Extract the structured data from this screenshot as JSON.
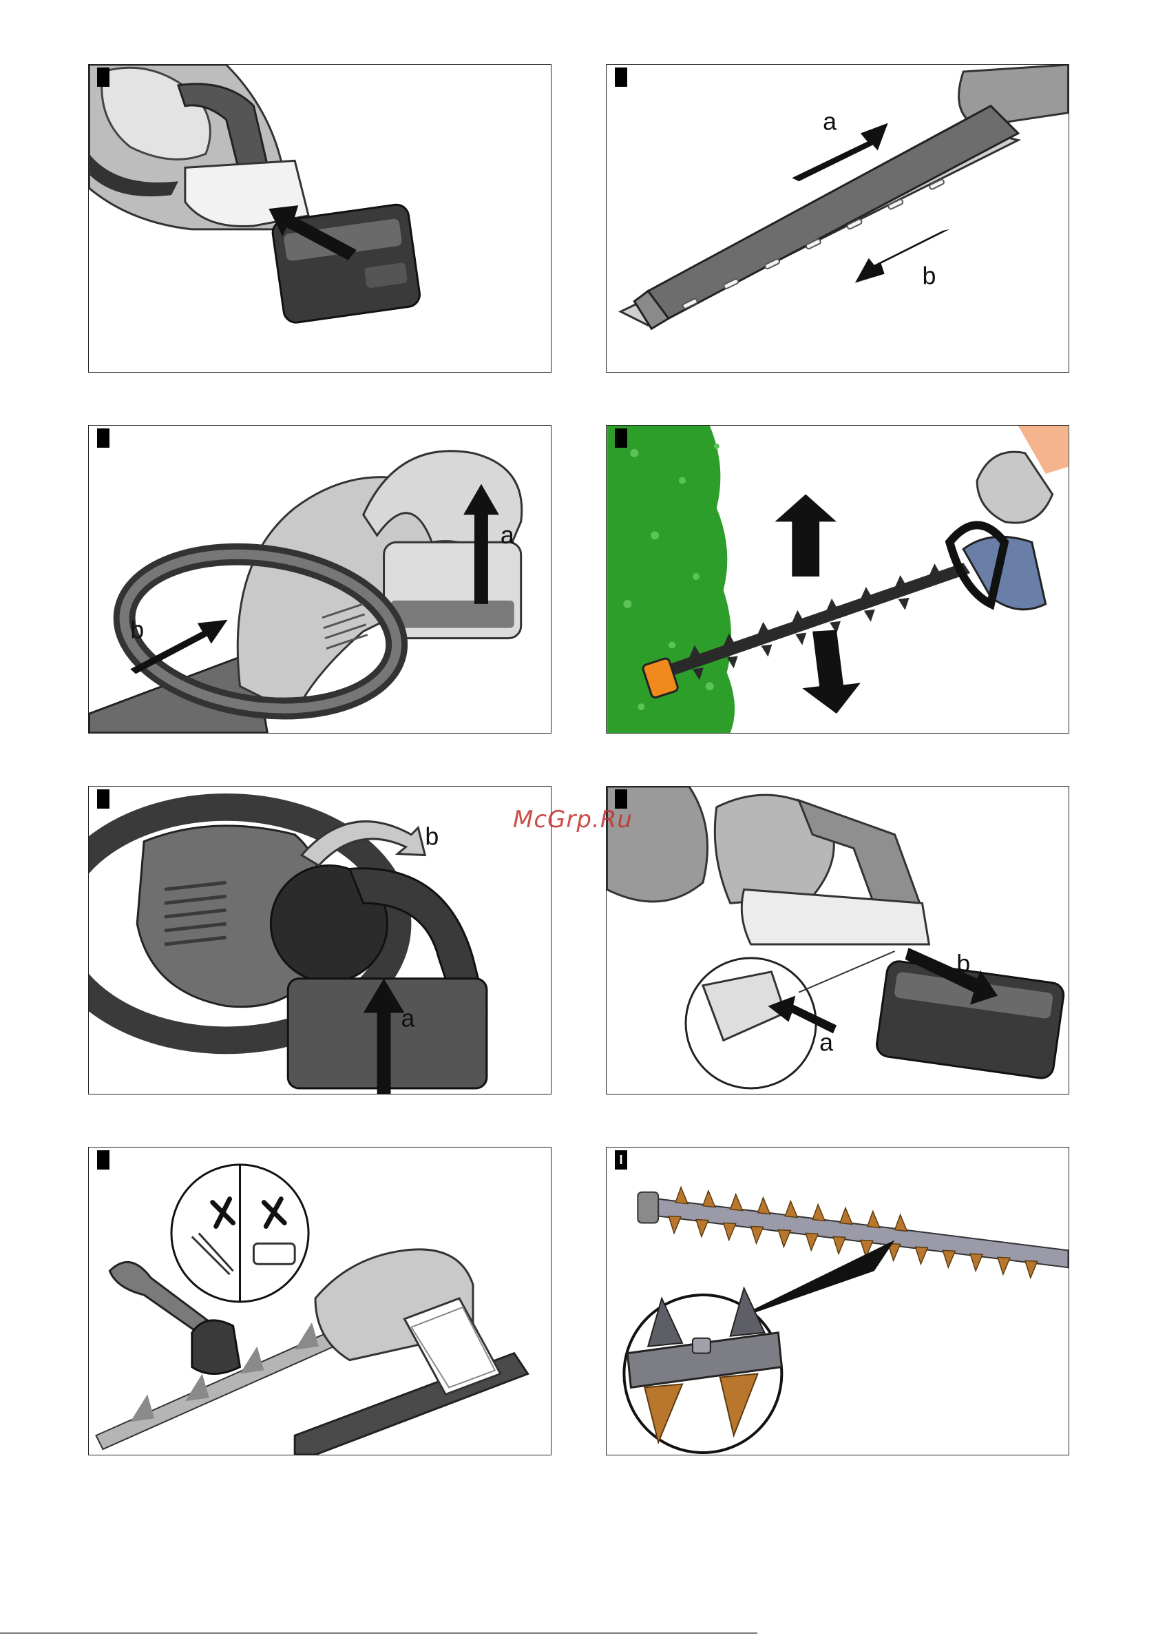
{
  "watermark": "McGrp.Ru",
  "panels": [
    {
      "tag": "",
      "labels": []
    },
    {
      "tag": "",
      "labels": [
        "a",
        "b"
      ]
    },
    {
      "tag": "",
      "labels": [
        "a",
        "b"
      ]
    },
    {
      "tag": "",
      "labels": []
    },
    {
      "tag": "",
      "labels": [
        "b",
        "a"
      ]
    },
    {
      "tag": "",
      "labels": [
        "b",
        "a"
      ]
    },
    {
      "tag": "",
      "labels": []
    },
    {
      "tag": "I",
      "labels": []
    }
  ],
  "colors": {
    "border": "#222222",
    "hedge": "#2e9e2a",
    "accent_orange": "#f08a1c",
    "watermark": "#c4302b",
    "blade_copper": "#b9772e"
  }
}
